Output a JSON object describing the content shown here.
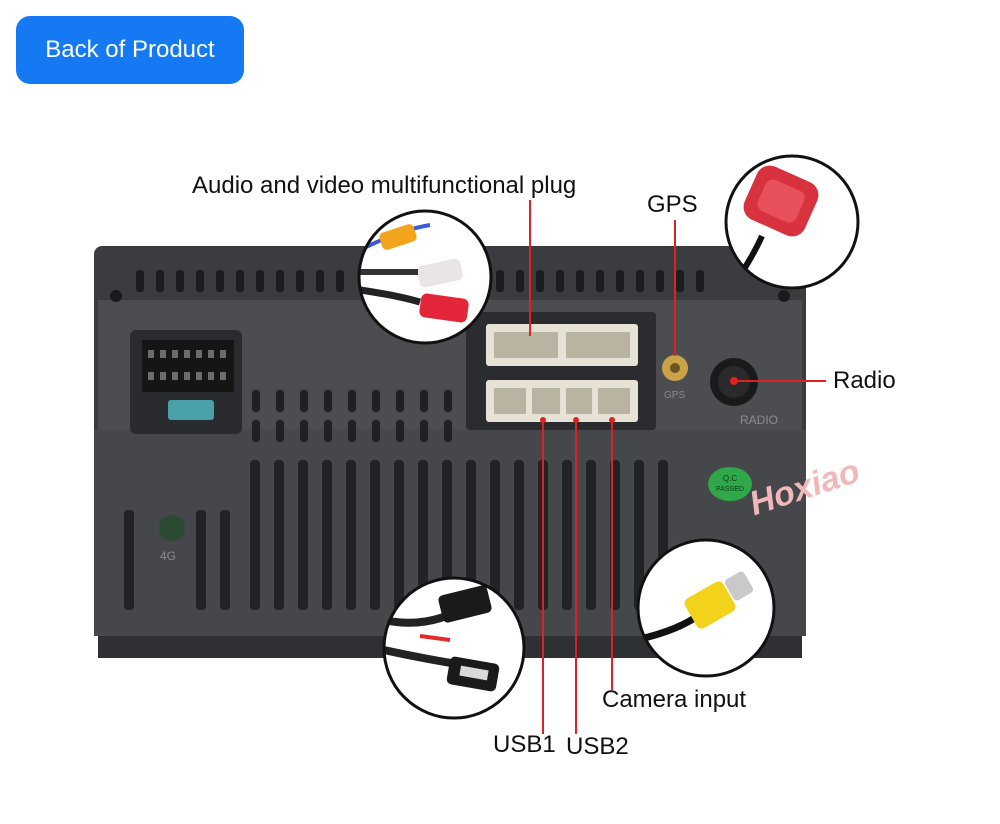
{
  "badge": {
    "label": "Back of Product",
    "color": "#1479f2"
  },
  "labels": {
    "av": "Audio and video multifunctional plug",
    "gps": "GPS",
    "radio": "Radio",
    "camera": "Camera input",
    "usb1": "USB1",
    "usb2": "USB2"
  },
  "panel_text": {
    "gps": "GPS",
    "radio": "RADIO",
    "qc_line1": "Q.C",
    "qc_line2": "PASSED",
    "port_4g": "4G"
  },
  "watermark": "Hoxiao",
  "colors": {
    "leader": "#e12020",
    "panel": "#4a4c50",
    "watermark": "#f0b8b8"
  },
  "icons": [
    "rca-cable-icon",
    "gps-antenna-icon",
    "rca-camera-connector-icon",
    "usb-cable-icon"
  ]
}
